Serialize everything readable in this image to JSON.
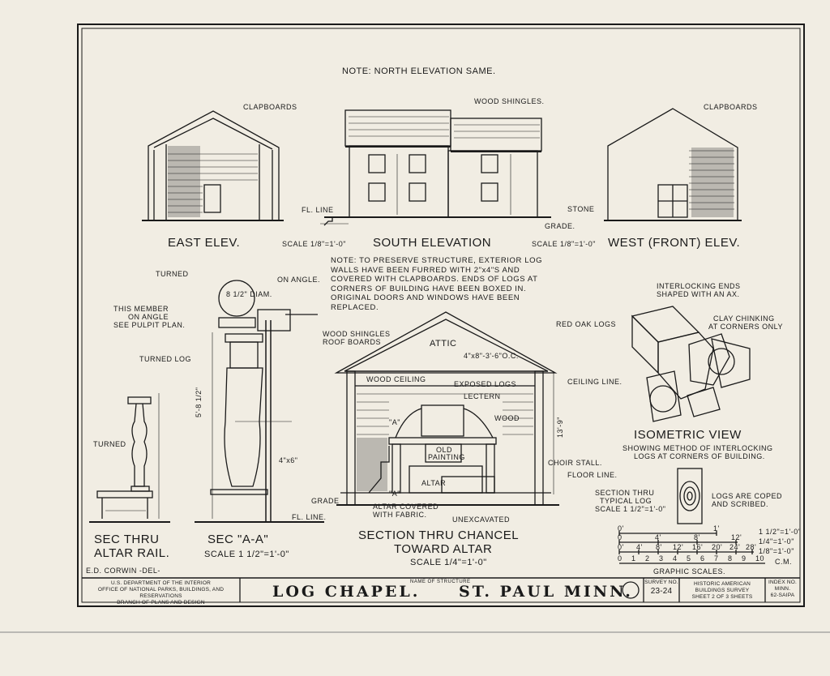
{
  "notes": {
    "north_elevation": "NOTE: NORTH ELEVATION SAME.",
    "preserve": "NOTE: TO PRESERVE STRUCTURE, EXTERIOR LOG WALLS HAVE BEEN FURRED WITH 2\"x4\"S AND COVERED WITH CLAPBOARDS. ENDS OF LOGS AT CORNERS OF BUILDING HAVE BEEN BOXED IN. ORIGINAL DOORS AND WINDOWS HAVE BEEN REPLACED."
  },
  "elevations": {
    "east": {
      "label": "EAST ELEV.",
      "callout": "CLAPBOARDS",
      "scale": "SCALE 1/8\"=1'-0\""
    },
    "south": {
      "label": "SOUTH ELEVATION",
      "callouts": {
        "shingles": "WOOD SHINGLES.",
        "fl_line": "FL. LINE",
        "grade": "GRADE."
      },
      "scale": "SCALE 1/8\"=1'-0\""
    },
    "west": {
      "label": "WEST (FRONT) ELEV.",
      "callouts": {
        "clapboards": "CLAPBOARDS",
        "stone": "STONE"
      }
    }
  },
  "sections": {
    "altar_rail": {
      "label1": "SEC THRU",
      "label2": "ALTAR RAIL.",
      "callout": "TURNED"
    },
    "sec_aa": {
      "label": "SEC \"A-A\"",
      "scale": "SCALE 1 1/2\"=1'-0\"",
      "callouts": {
        "turned": "TURNED",
        "diam": "8 1/2\" DIAM.",
        "on_angle": "ON ANGLE.",
        "member1": "THIS MEMBER",
        "member2": "ON ANGLE",
        "member3": "SEE PULPIT PLAN.",
        "turned_log": "TURNED LOG",
        "fl_line": "FL. LINE.",
        "dim_height": "5'-8 1/2\"",
        "dim_wood": "4\"x6\""
      }
    },
    "chancel": {
      "label1": "SECTION THRU CHANCEL",
      "label2": "TOWARD ALTAR",
      "scale": "SCALE 1/4\"=1'-0\"",
      "callouts": {
        "shingles1": "WOOD SHINGLES",
        "shingles2": "ROOF BOARDS",
        "attic": "ATTIC",
        "attic_dim": "4\"x8\"-3'-6\"O.C.",
        "wood_ceiling": "WOOD CEILING",
        "exposed_logs": "EXPOSED LOGS",
        "lectern": "LECTERN",
        "wood": "WOOD",
        "old_painting": "OLD PAINTING",
        "altar": "ALTAR",
        "ceiling_line": "CEILING LINE.",
        "choir_stall": "CHOIR STALL.",
        "floor_line": "FLOOR LINE.",
        "grade": "GRADE",
        "altar_covered1": "ALTAR COVERED",
        "altar_covered2": "WITH FABRIC.",
        "unexcavated": "UNEXCAVATED",
        "aa1": "\"A\"",
        "aa2": "\"A\"",
        "dim_height": "13'-9\""
      }
    }
  },
  "isometric": {
    "label": "ISOMETRIC VIEW",
    "sub1": "SHOWING METHOD OF INTERLOCKING",
    "sub2": "LOGS AT CORNERS OF BUILDING.",
    "callouts": {
      "interlock1": "INTERLOCKING ENDS",
      "interlock2": "SHAPED WITH AN AX.",
      "red_oak": "RED OAK LOGS",
      "clay1": "CLAY CHINKING",
      "clay2": "AT CORNERS ONLY",
      "sec_log1": "SECTION THRU",
      "sec_log2": "TYPICAL LOG",
      "sec_log3": "SCALE 1 1/2\"=1'-0\"",
      "coped1": "LOGS ARE COPED",
      "coped2": "AND SCRIBED."
    }
  },
  "graphic_scales": {
    "label": "GRAPHIC SCALES.",
    "rows": [
      {
        "ticks": [
          "0'",
          "1'"
        ],
        "scale": "1 1/2\"=1'-0\""
      },
      {
        "ticks": [
          "0",
          "4'",
          "8'",
          "12'"
        ],
        "scale": "1/4\"=1'-0\""
      },
      {
        "ticks": [
          "0'",
          "4'",
          "8'",
          "12'",
          "16'",
          "20'",
          "24'",
          "28'"
        ],
        "scale": "1/8\"=1'-0\""
      },
      {
        "ticks": [
          "0",
          "1",
          "2",
          "3",
          "4",
          "5",
          "6",
          "7",
          "8",
          "9",
          "10"
        ],
        "scale": "C.M."
      }
    ]
  },
  "delineator": "E.D. CORWIN -DEL-",
  "title_block": {
    "agency1": "U.S. DEPARTMENT OF THE INTERIOR",
    "agency2": "OFFICE OF NATIONAL PARKS, BUILDINGS, AND RESERVATIONS",
    "agency3": "BRANCH OF PLANS AND DESIGN",
    "name_label": "NAME OF STRUCTURE",
    "name": "LOG CHAPEL.",
    "location": "ST. PAUL MINN.",
    "survey_label": "SURVEY NO.",
    "survey_no": "23-24",
    "habs1": "HISTORIC AMERICAN",
    "habs2": "BUILDINGS SURVEY",
    "sheet_of": "SHEET 2 OF 3 SHEETS",
    "index_label": "INDEX NO.",
    "index1": "MINN.",
    "index2": "62-SAIPA"
  }
}
